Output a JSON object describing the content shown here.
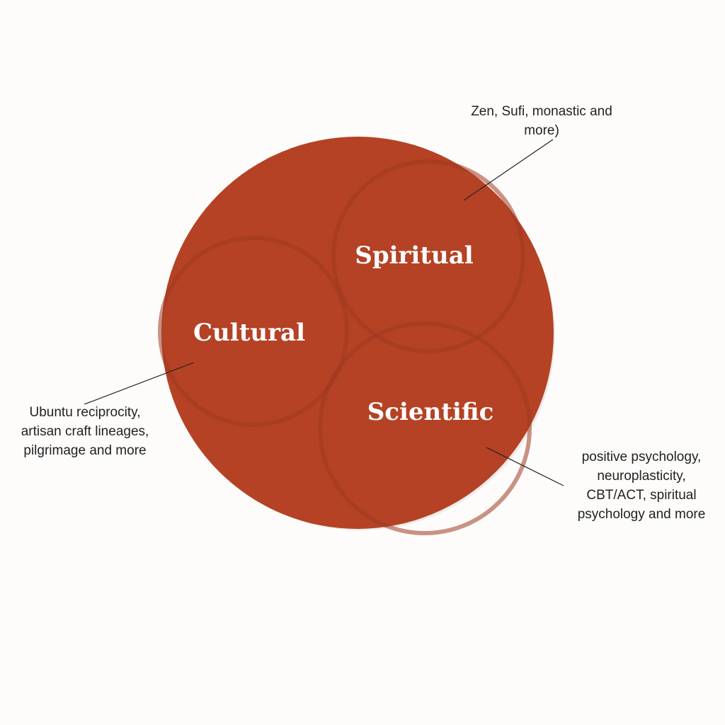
{
  "diagram": {
    "segments": [
      {
        "id": "spiritual",
        "label": "Spiritual"
      },
      {
        "id": "cultural",
        "label": "Cultural"
      },
      {
        "id": "scientific",
        "label": "Scientific"
      }
    ]
  },
  "annotations": {
    "spiritual": [
      "Zen, Sufi, monastic and",
      "more)"
    ],
    "cultural": [
      "Ubuntu reciprocity,",
      "artisan craft lineages,",
      "pilgrimage and more"
    ],
    "scientific": [
      "positive psychology,",
      "neuroplasticity,",
      "CBT/ACT, spiritual",
      "psychology and more"
    ]
  },
  "colors": {
    "circle_fill": "#b54224",
    "inner_edge": "#9e3a21",
    "leader_line": "#222222",
    "background": "#fdfcfb"
  }
}
